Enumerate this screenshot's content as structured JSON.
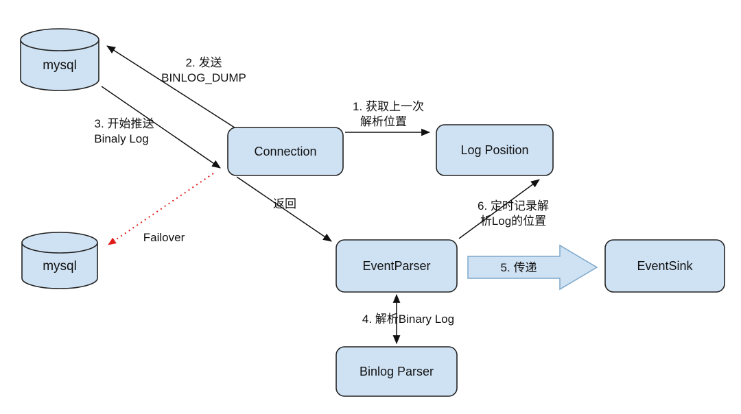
{
  "diagram": {
    "colors": {
      "node_fill": "#cfe2f3",
      "node_border": "#222222",
      "arrow_color": "#111111",
      "failover_color": "#e01b1b",
      "background": "#ffffff"
    },
    "nodes": {
      "mysql_master": {
        "label": "mysql"
      },
      "mysql_standby": {
        "label": "mysql"
      },
      "connection": {
        "label": "Connection"
      },
      "log_position": {
        "label": "Log Position"
      },
      "event_parser": {
        "label": "EventParser"
      },
      "event_sink": {
        "label": "EventSink"
      },
      "binlog_parser": {
        "label": "Binlog Parser"
      }
    },
    "edges": {
      "get_position": {
        "line1": "1. 获取上一次",
        "line2": "解析位置"
      },
      "send_dump": {
        "line1": "2. 发送",
        "line2": "BINLOG_DUMP"
      },
      "push_binlog": {
        "line1": "3. 开始推送",
        "line2": "Binaly Log"
      },
      "parse_binlog": {
        "label": "4. 解析Binary Log"
      },
      "transfer": {
        "label": "5. 传递"
      },
      "record_position": {
        "line1": "6. 定时记录解",
        "line2": "析Log的位置"
      },
      "return_result": {
        "label": "返回"
      },
      "failover": {
        "label": "Failover"
      }
    }
  }
}
